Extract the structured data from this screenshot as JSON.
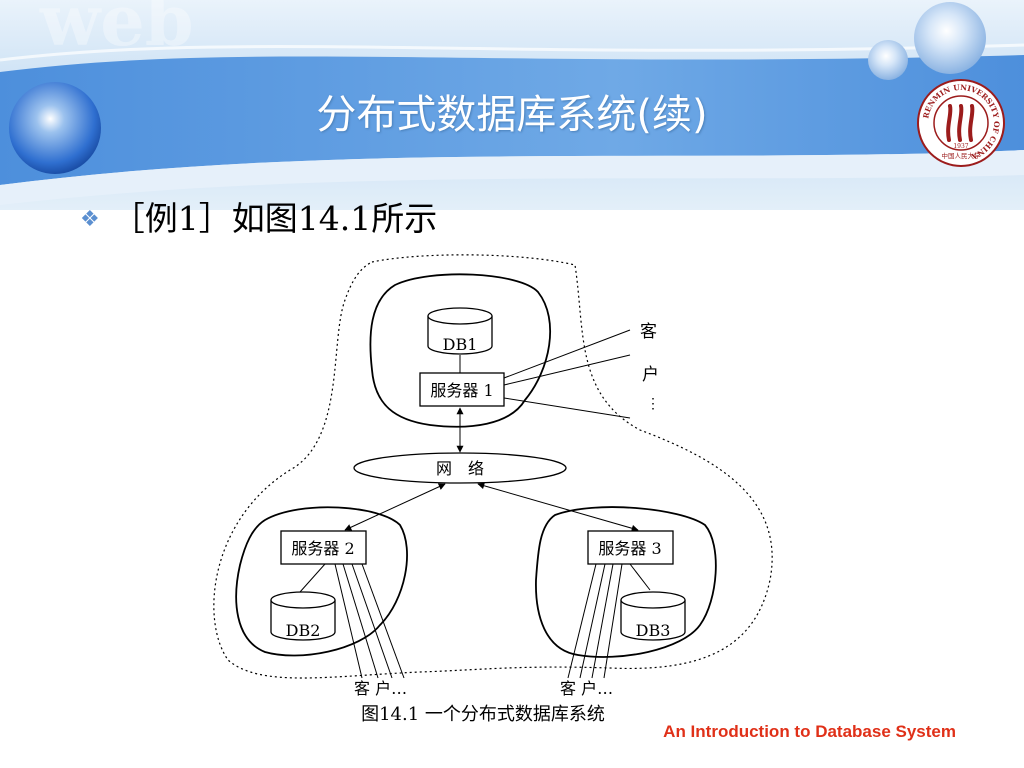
{
  "slide": {
    "title": "分布式数据库系统(续)",
    "bullet": "［例1］如图14.1所示",
    "caption": "图14.1 一个分布式数据库系统",
    "footer": "An Introduction to Database System",
    "logo_ring_text": "RENMIN UNIVERSITY OF CHINA",
    "logo_year": "1937",
    "logo_cn_text": "中国人民大学"
  },
  "diagram": {
    "db1": "DB1",
    "db2": "DB2",
    "db3": "DB3",
    "server1": "服务器 1",
    "server2": "服务器 2",
    "server3": "服务器 3",
    "network": "网　络",
    "client_top_1": "客",
    "client_top_2": "户",
    "client_top_dots": "⋮",
    "client_left": "客 户…",
    "client_right": "客 户…"
  },
  "colors": {
    "banner_blue": "#5b9be0",
    "banner_light": "#cfe3f7",
    "bubble_blue": "#3a78d4",
    "footer_red": "#e03018",
    "logo_red": "#9c1c1c"
  }
}
